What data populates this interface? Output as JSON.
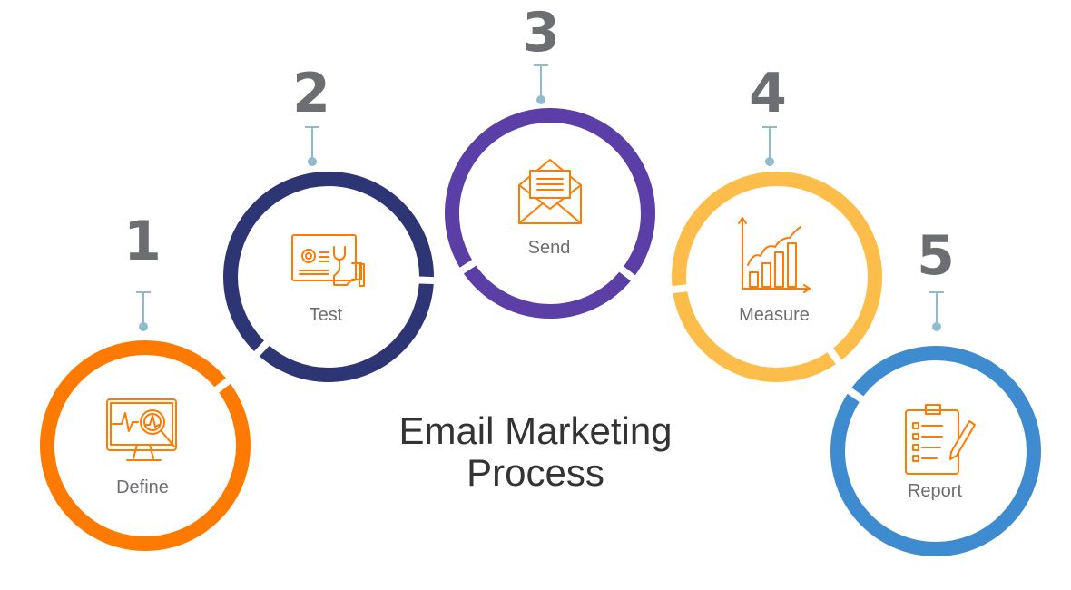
{
  "title": {
    "line1": "Email Marketing",
    "line2": "Process"
  },
  "colors": {
    "number": "#6d6e71",
    "connector": "#8fbccc",
    "icon": "#ff7a00"
  },
  "steps": [
    {
      "number": "1",
      "label": "Define",
      "icon": "monitor-magnifier-icon",
      "color": "#ff7a00"
    },
    {
      "number": "2",
      "label": "Test",
      "icon": "settings-wrench-icon",
      "color": "#2e3575"
    },
    {
      "number": "3",
      "label": "Send",
      "icon": "open-envelope-icon",
      "color": "#5b3ea6"
    },
    {
      "number": "4",
      "label": "Measure",
      "icon": "growth-chart-icon",
      "color": "#fdbd4a"
    },
    {
      "number": "5",
      "label": "Report",
      "icon": "clipboard-checklist-icon",
      "color": "#3f8bd0"
    }
  ]
}
